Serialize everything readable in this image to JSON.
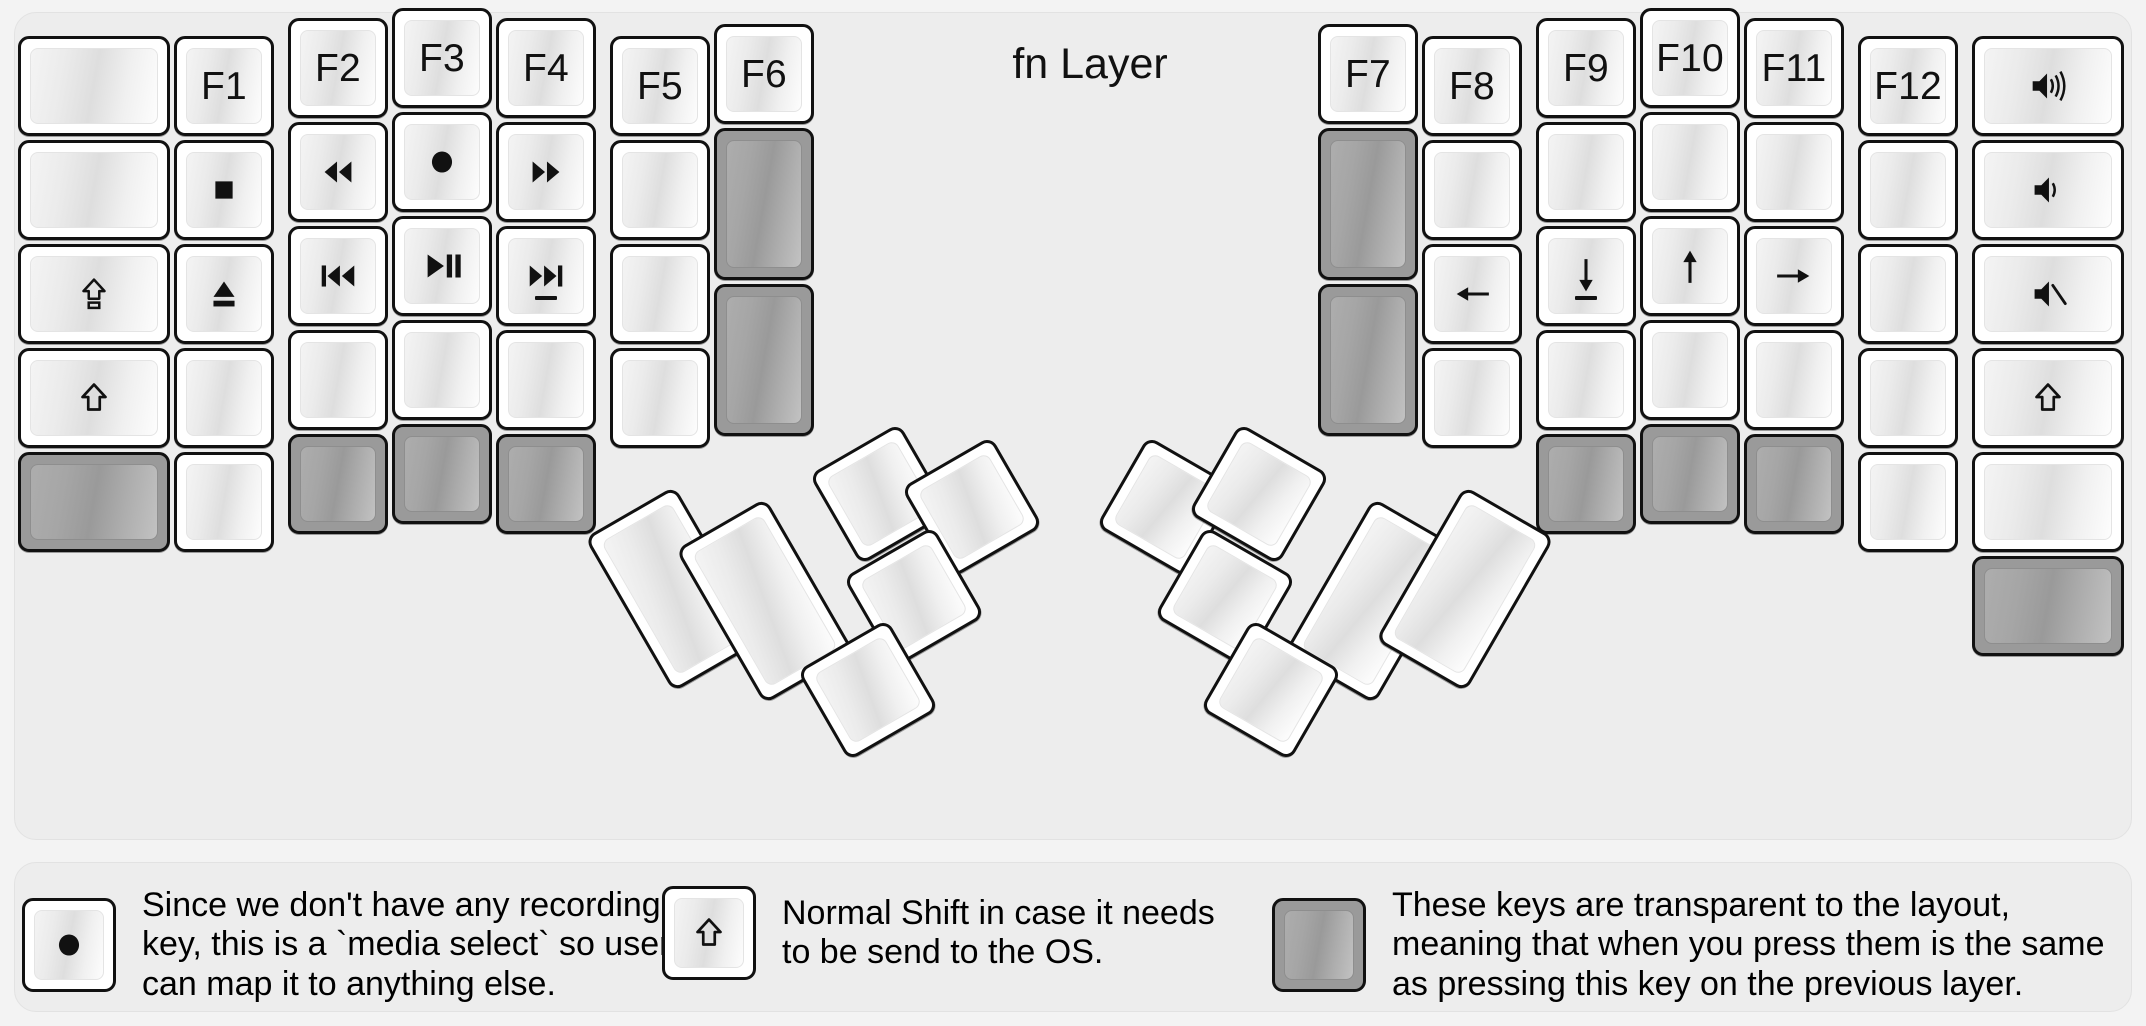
{
  "title": "fn Layer",
  "colors": {
    "background": "#f3f3f3",
    "frame": "#ededed",
    "key_face": "#ffffff",
    "key_border": "#111111",
    "transparent_key": "#9a9a9a",
    "text": "#111111"
  },
  "left_half": {
    "columns": [
      {
        "name": "col-pinky-outer",
        "keys": [
          {
            "name": "key-blank-r1c1",
            "label": "",
            "icon": "",
            "transparent": false
          },
          {
            "name": "key-blank-r2c1",
            "label": "",
            "icon": "",
            "transparent": false
          },
          {
            "name": "key-caps-lock",
            "label": "",
            "icon": "caps-lock-icon",
            "transparent": false
          },
          {
            "name": "key-shift-left",
            "label": "",
            "icon": "shift-icon",
            "transparent": false
          },
          {
            "name": "key-xparent-r5c1",
            "label": "",
            "icon": "",
            "transparent": true
          }
        ]
      },
      {
        "name": "col-pinky-inner",
        "keys": [
          {
            "name": "key-f1",
            "label": "F1",
            "icon": "",
            "transparent": false
          },
          {
            "name": "key-media-stop",
            "label": "",
            "icon": "stop-icon",
            "transparent": false
          },
          {
            "name": "key-media-eject",
            "label": "",
            "icon": "eject-icon",
            "transparent": false
          },
          {
            "name": "key-blank-r4c2",
            "label": "",
            "icon": "",
            "transparent": false
          },
          {
            "name": "key-blank-r5c2",
            "label": "",
            "icon": "",
            "transparent": false
          }
        ]
      },
      {
        "name": "col-ring",
        "keys": [
          {
            "name": "key-f2",
            "label": "F2",
            "icon": "",
            "transparent": false
          },
          {
            "name": "key-media-rewind",
            "label": "",
            "icon": "rewind-icon",
            "transparent": false
          },
          {
            "name": "key-media-prev",
            "label": "",
            "icon": "prev-track-icon",
            "transparent": false
          },
          {
            "name": "key-blank-r4c3",
            "label": "",
            "icon": "",
            "transparent": false
          },
          {
            "name": "key-xparent-r5c3",
            "label": "",
            "icon": "",
            "transparent": true
          }
        ]
      },
      {
        "name": "col-middle",
        "keys": [
          {
            "name": "key-f3",
            "label": "F3",
            "icon": "",
            "transparent": false
          },
          {
            "name": "key-media-select",
            "label": "",
            "icon": "record-icon",
            "transparent": false
          },
          {
            "name": "key-media-play-pause",
            "label": "",
            "icon": "play-pause-icon",
            "transparent": false
          },
          {
            "name": "key-blank-r4c4",
            "label": "",
            "icon": "",
            "transparent": false
          },
          {
            "name": "key-xparent-r5c4",
            "label": "",
            "icon": "",
            "transparent": true
          }
        ]
      },
      {
        "name": "col-index",
        "keys": [
          {
            "name": "key-f4",
            "label": "F4",
            "icon": "",
            "transparent": false
          },
          {
            "name": "key-media-fastfwd",
            "label": "",
            "icon": "fast-forward-icon",
            "transparent": false
          },
          {
            "name": "key-media-next",
            "label": "",
            "icon": "next-track-icon",
            "transparent": false,
            "homing": true
          },
          {
            "name": "key-blank-r4c5",
            "label": "",
            "icon": "",
            "transparent": false
          },
          {
            "name": "key-xparent-r5c5",
            "label": "",
            "icon": "",
            "transparent": true
          }
        ]
      },
      {
        "name": "col-index-inner",
        "keys": [
          {
            "name": "key-f5",
            "label": "F5",
            "icon": "",
            "transparent": false
          },
          {
            "name": "key-blank-r2c6",
            "label": "",
            "icon": "",
            "transparent": false
          },
          {
            "name": "key-blank-r3c6",
            "label": "",
            "icon": "",
            "transparent": false
          },
          {
            "name": "key-blank-r4c6",
            "label": "",
            "icon": "",
            "transparent": false
          }
        ]
      },
      {
        "name": "col-inner",
        "keys": [
          {
            "name": "key-f6",
            "label": "F6",
            "icon": "",
            "transparent": false
          },
          {
            "name": "key-xparent-tall-1",
            "label": "",
            "icon": "",
            "transparent": true
          },
          {
            "name": "key-xparent-tall-2",
            "label": "",
            "icon": "",
            "transparent": true
          }
        ]
      }
    ]
  },
  "right_half": {
    "columns": [
      {
        "name": "col-inner-r",
        "keys": [
          {
            "name": "key-f7",
            "label": "F7",
            "icon": "",
            "transparent": false
          },
          {
            "name": "key-xparent-tall-3",
            "label": "",
            "icon": "",
            "transparent": true
          },
          {
            "name": "key-xparent-tall-4",
            "label": "",
            "icon": "",
            "transparent": true
          }
        ]
      },
      {
        "name": "col-index-inner-r",
        "keys": [
          {
            "name": "key-f8",
            "label": "F8",
            "icon": "",
            "transparent": false
          },
          {
            "name": "key-blank-r2c8",
            "label": "",
            "icon": "",
            "transparent": false
          },
          {
            "name": "key-arrow-left",
            "label": "",
            "icon": "arrow-left-icon",
            "transparent": false
          },
          {
            "name": "key-blank-r4c8",
            "label": "",
            "icon": "",
            "transparent": false
          }
        ]
      },
      {
        "name": "col-index-r",
        "keys": [
          {
            "name": "key-f9",
            "label": "F9",
            "icon": "",
            "transparent": false
          },
          {
            "name": "key-blank-r2c9",
            "label": "",
            "icon": "",
            "transparent": false
          },
          {
            "name": "key-arrow-down",
            "label": "",
            "icon": "arrow-down-icon",
            "transparent": false,
            "homing": true
          },
          {
            "name": "key-blank-r4c9",
            "label": "",
            "icon": "",
            "transparent": false
          },
          {
            "name": "key-xparent-r5c9",
            "label": "",
            "icon": "",
            "transparent": true
          }
        ]
      },
      {
        "name": "col-middle-r",
        "keys": [
          {
            "name": "key-f10",
            "label": "F10",
            "icon": "",
            "transparent": false
          },
          {
            "name": "key-blank-r2c10",
            "label": "",
            "icon": "",
            "transparent": false
          },
          {
            "name": "key-arrow-up",
            "label": "",
            "icon": "arrow-up-icon",
            "transparent": false
          },
          {
            "name": "key-blank-r4c10",
            "label": "",
            "icon": "",
            "transparent": false
          },
          {
            "name": "key-xparent-r5c10",
            "label": "",
            "icon": "",
            "transparent": true
          }
        ]
      },
      {
        "name": "col-ring-r",
        "keys": [
          {
            "name": "key-f11",
            "label": "F11",
            "icon": "",
            "transparent": false
          },
          {
            "name": "key-blank-r2c11",
            "label": "",
            "icon": "",
            "transparent": false
          },
          {
            "name": "key-arrow-right",
            "label": "",
            "icon": "arrow-right-icon",
            "transparent": false
          },
          {
            "name": "key-blank-r4c11",
            "label": "",
            "icon": "",
            "transparent": false
          },
          {
            "name": "key-xparent-r5c11",
            "label": "",
            "icon": "",
            "transparent": true
          }
        ]
      },
      {
        "name": "col-pinky-inner-r",
        "keys": [
          {
            "name": "key-f12",
            "label": "F12",
            "icon": "",
            "transparent": false
          },
          {
            "name": "key-blank-r2c12",
            "label": "",
            "icon": "",
            "transparent": false
          },
          {
            "name": "key-blank-r3c12",
            "label": "",
            "icon": "",
            "transparent": false
          },
          {
            "name": "key-blank-r4c12",
            "label": "",
            "icon": "",
            "transparent": false
          },
          {
            "name": "key-blank-r5c12",
            "label": "",
            "icon": "",
            "transparent": false
          }
        ]
      },
      {
        "name": "col-pinky-outer-r",
        "keys": [
          {
            "name": "key-volume-up",
            "label": "",
            "icon": "volume-up-icon",
            "transparent": false
          },
          {
            "name": "key-volume-down",
            "label": "",
            "icon": "volume-down-icon",
            "transparent": false
          },
          {
            "name": "key-volume-mute",
            "label": "",
            "icon": "volume-mute-icon",
            "transparent": false
          },
          {
            "name": "key-shift-right",
            "label": "",
            "icon": "shift-icon",
            "transparent": false
          },
          {
            "name": "key-blank-r5c13",
            "label": "",
            "icon": "",
            "transparent": false
          },
          {
            "name": "key-xparent-r6c13",
            "label": "",
            "icon": "",
            "transparent": true
          }
        ]
      }
    ]
  },
  "thumb_clusters": {
    "left": [
      {
        "name": "thumb-left-tall-1",
        "label": "",
        "icon": "",
        "transparent": false
      },
      {
        "name": "thumb-left-tall-2",
        "label": "",
        "icon": "",
        "transparent": false
      },
      {
        "name": "thumb-left-small-1",
        "label": "",
        "icon": "",
        "transparent": false
      },
      {
        "name": "thumb-left-small-2",
        "label": "",
        "icon": "",
        "transparent": false
      },
      {
        "name": "thumb-left-small-3",
        "label": "",
        "icon": "",
        "transparent": false
      },
      {
        "name": "thumb-left-small-4",
        "label": "",
        "icon": "",
        "transparent": false
      }
    ],
    "right": [
      {
        "name": "thumb-right-tall-1",
        "label": "",
        "icon": "",
        "transparent": false
      },
      {
        "name": "thumb-right-tall-2",
        "label": "",
        "icon": "",
        "transparent": false
      },
      {
        "name": "thumb-right-small-1",
        "label": "",
        "icon": "",
        "transparent": false
      },
      {
        "name": "thumb-right-small-2",
        "label": "",
        "icon": "",
        "transparent": false
      },
      {
        "name": "thumb-right-small-3",
        "label": "",
        "icon": "",
        "transparent": false
      },
      {
        "name": "thumb-right-small-4",
        "label": "",
        "icon": "",
        "transparent": false
      }
    ]
  },
  "legend": [
    {
      "name": "legend-media-select",
      "icon": "record-icon",
      "transparent": false,
      "text": "Since we don't have any recording\nkey, this is a `media select` so user\ncan map it to anything else."
    },
    {
      "name": "legend-normal-shift",
      "icon": "shift-icon",
      "transparent": false,
      "text": "Normal Shift in case it needs\nto be send to the OS."
    },
    {
      "name": "legend-transparent-keys",
      "icon": "",
      "transparent": true,
      "text": "These keys are transparent to the layout,\nmeaning that when you press them is the same\nas pressing this key on the previous layer."
    }
  ]
}
